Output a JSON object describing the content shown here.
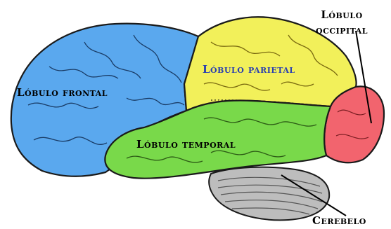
{
  "labels": {
    "frontal": "Lóbulo frontal",
    "parietal": "Lóbulo parietal",
    "temporal": "Lóbulo temporal",
    "occipital_line1": "Lóbulo",
    "occipital_line2": "occipital",
    "cerebelo": "Cerebelo"
  },
  "colors": {
    "frontal": "#5aa8ee",
    "parietal": "#f2f05a",
    "temporal": "#79d94a",
    "occipital": "#f2646e",
    "cerebelo": "#bdbdbd",
    "parietal_label": "#2a3fb0",
    "outline": "#1a1a1a"
  }
}
